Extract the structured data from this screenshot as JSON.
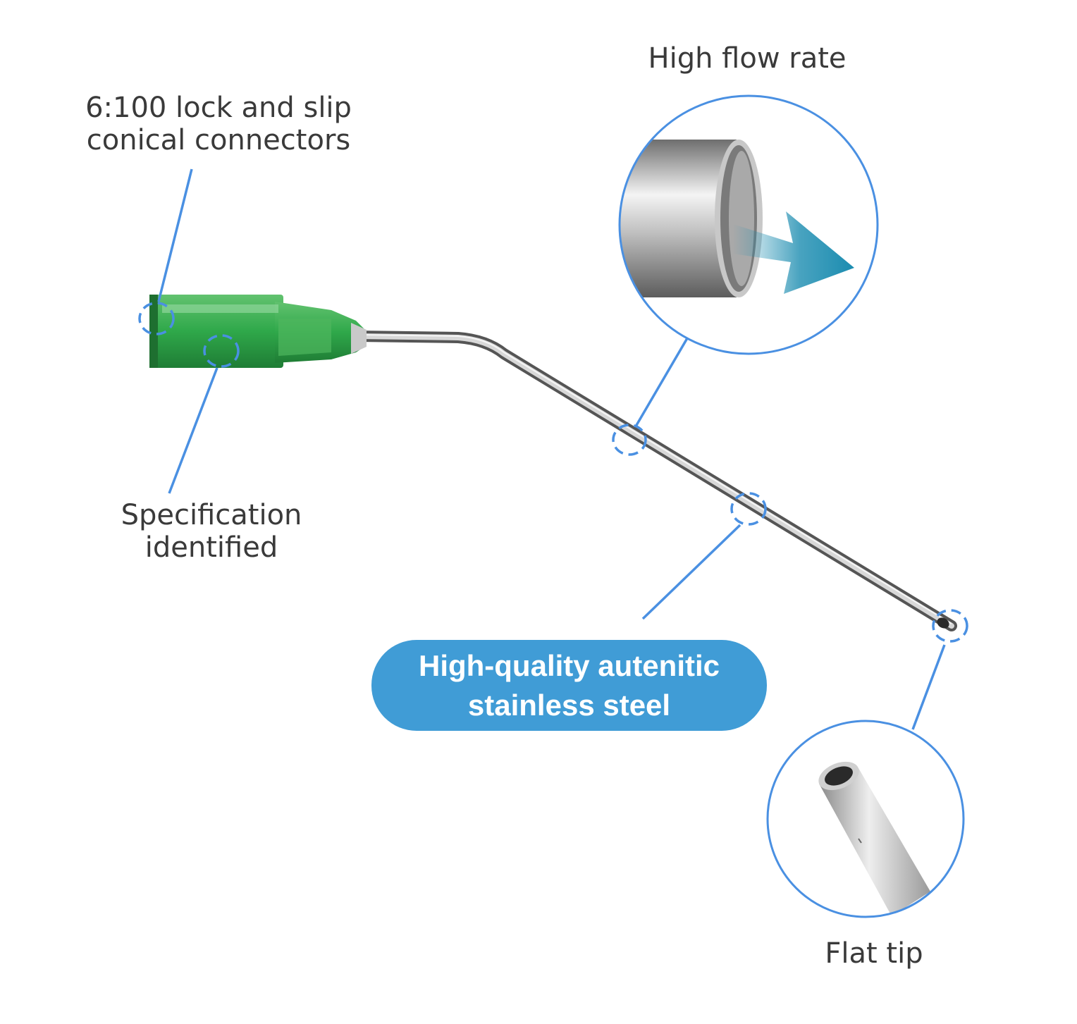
{
  "labels": {
    "connectors": "6:100 lock and slip\nconical connectors",
    "specification": "Specification\nidentified",
    "flow": "High flow rate",
    "tip": "Flat tip",
    "steel": "High-quality autenitic\nstainless steel"
  },
  "colors": {
    "callout_line": "#4a90e2",
    "pill": "#409cd6",
    "hub_green": "#2fa84a",
    "flow_arrow": "#1b8cb0",
    "text": "#3a3a3a"
  },
  "icons": {
    "flow_arrow": "arrow-right-icon"
  }
}
